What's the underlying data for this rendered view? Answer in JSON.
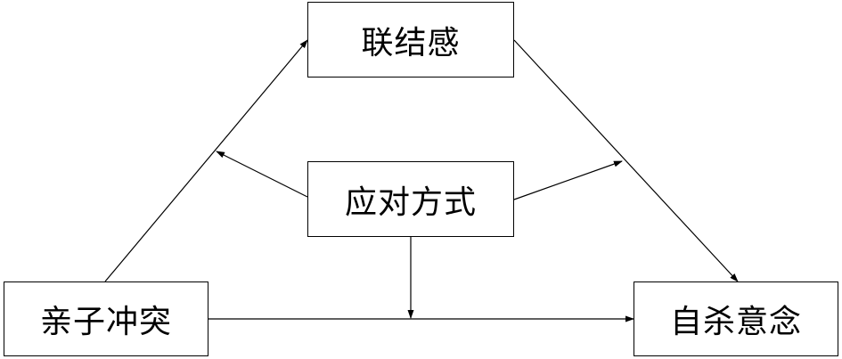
{
  "nodes": {
    "connectedness": "联结感",
    "coping": "应对方式",
    "conflict": "亲子冲突",
    "suicide": "自杀意念"
  },
  "colors": {
    "line": "#000000",
    "box_border": "#000000",
    "background": "#ffffff",
    "text": "#000000"
  }
}
